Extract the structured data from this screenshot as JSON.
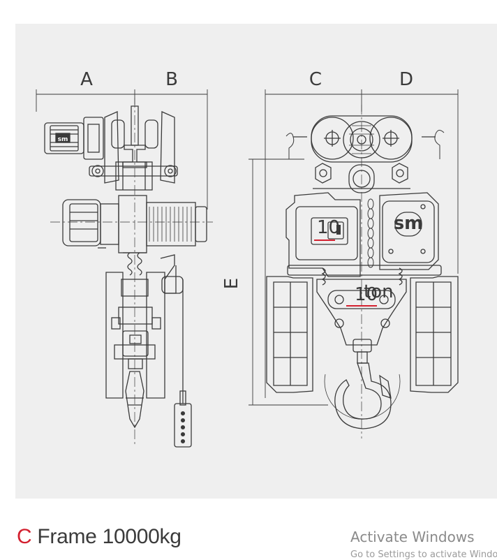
{
  "drawing": {
    "dimension_labels": {
      "a": "A",
      "b": "B",
      "c": "C",
      "d": "D",
      "e": "E"
    },
    "brand_logo": "sm",
    "capacity_plate": "10",
    "hook_plate_capacity": "10",
    "hook_plate_unit": "ton",
    "colors": {
      "line": "#3a3a3a",
      "panel": "#efefef",
      "accent": "#d3202f"
    }
  },
  "caption": {
    "accent_letter": "C",
    "text": "Frame 10000kg"
  },
  "watermark": {
    "title": "Activate Windows",
    "subtitle": "Go to Settings to activate Windows."
  }
}
